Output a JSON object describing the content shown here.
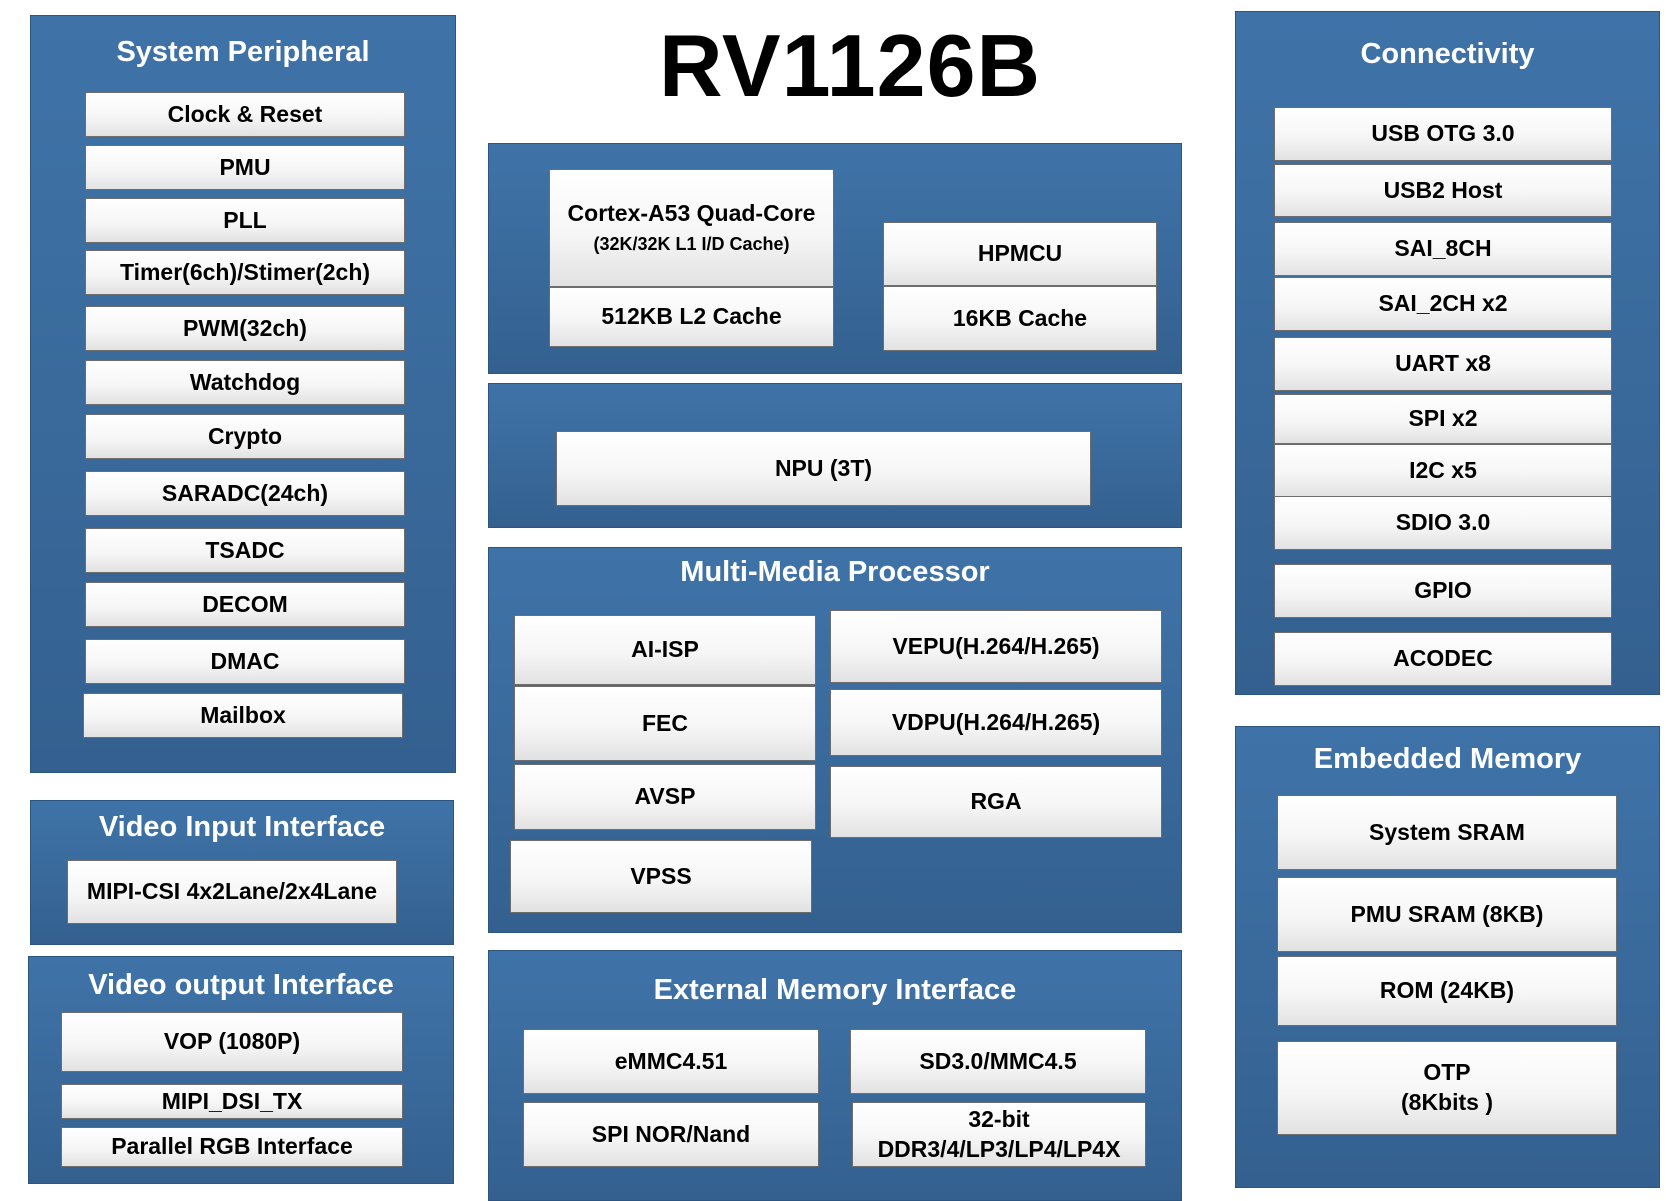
{
  "chip_title": "RV1126B",
  "system_peripheral": {
    "title": "System Peripheral",
    "items": [
      "Clock & Reset",
      "PMU",
      "PLL",
      "Timer(6ch)/Stimer(2ch)",
      "PWM(32ch)",
      "Watchdog",
      "Crypto",
      "SARADC(24ch)",
      "TSADC",
      "DECOM",
      "DMAC",
      "Mailbox"
    ]
  },
  "video_input": {
    "title": "Video Input Interface",
    "items": [
      "MIPI-CSI 4x2Lane/2x4Lane"
    ]
  },
  "video_output": {
    "title": "Video output Interface",
    "items": [
      "VOP (1080P)",
      "MIPI_DSI_TX",
      "Parallel RGB Interface"
    ]
  },
  "cpu": {
    "core_name": "Cortex-A53 Quad-Core",
    "core_sub": "(32K/32K L1 I/D Cache)",
    "l2_cache": "512KB L2 Cache",
    "mcu_name": "HPMCU",
    "mcu_cache": "16KB Cache"
  },
  "npu": {
    "label": "NPU (3T)"
  },
  "multimedia": {
    "title": "Multi-Media Processor",
    "items": [
      "AI-ISP",
      "VEPU(H.264/H.265)",
      "FEC",
      "VDPU(H.264/H.265)",
      "AVSP",
      "RGA",
      "VPSS"
    ]
  },
  "external_memory": {
    "title": "External Memory Interface",
    "items": [
      "eMMC4.51",
      "SD3.0/MMC4.5",
      "SPI NOR/Nand"
    ],
    "ddr_line1": "32-bit",
    "ddr_line2": "DDR3/4/LP3/LP4/LP4X"
  },
  "connectivity": {
    "title": "Connectivity",
    "items": [
      "USB OTG 3.0",
      "USB2 Host",
      "SAI_8CH",
      "SAI_2CH x2",
      "UART x8",
      "SPI x2",
      "I2C x5",
      "SDIO 3.0",
      "GPIO",
      "ACODEC"
    ]
  },
  "embedded_memory": {
    "title": "Embedded Memory",
    "items": [
      "System SRAM",
      "PMU SRAM (8KB)",
      "ROM (24KB)"
    ],
    "otp_line1": "OTP",
    "otp_line2": "(8Kbits )"
  }
}
